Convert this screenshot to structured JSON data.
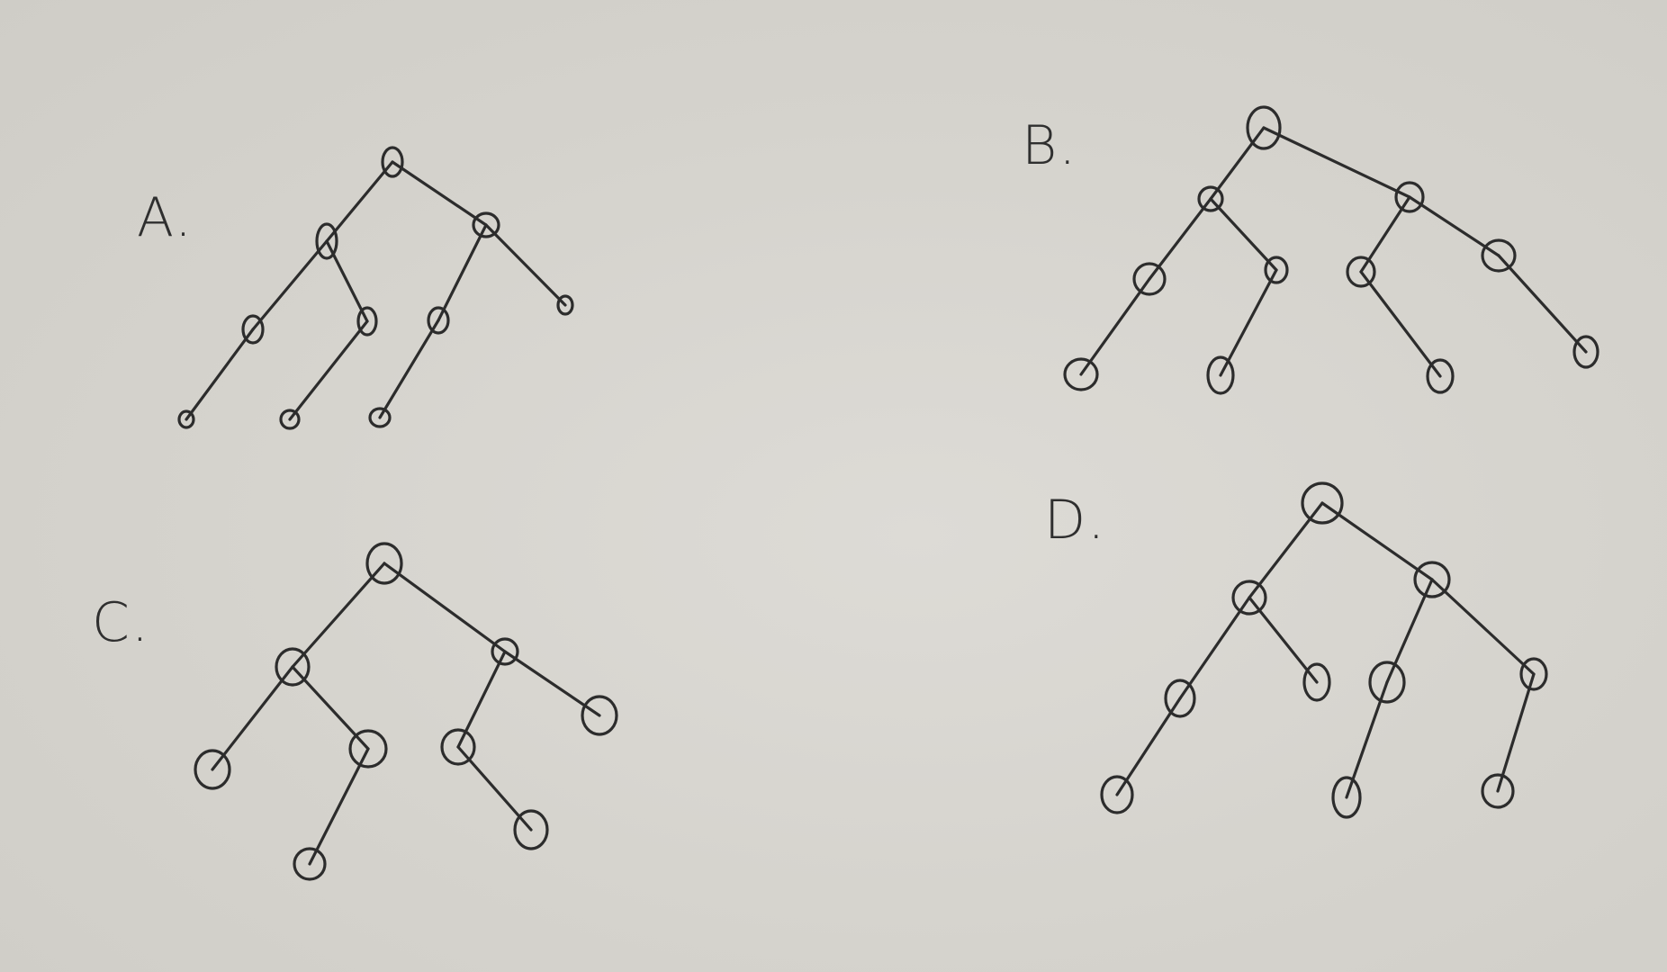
{
  "trees": [
    {
      "label": "A.",
      "edges": [
        [
          0,
          1
        ],
        [
          0,
          2
        ],
        [
          1,
          3
        ],
        [
          1,
          4
        ],
        [
          2,
          5
        ],
        [
          2,
          6
        ],
        [
          3,
          7
        ],
        [
          4,
          8
        ],
        [
          5,
          9
        ]
      ]
    },
    {
      "label": "B.",
      "edges": [
        [
          0,
          1
        ],
        [
          0,
          2
        ],
        [
          1,
          3
        ],
        [
          1,
          4
        ],
        [
          2,
          5
        ],
        [
          2,
          6
        ],
        [
          3,
          7
        ],
        [
          4,
          8
        ],
        [
          5,
          9
        ],
        [
          6,
          10
        ]
      ]
    },
    {
      "label": "C.",
      "edges": [
        [
          0,
          1
        ],
        [
          0,
          2
        ],
        [
          1,
          3
        ],
        [
          1,
          4
        ],
        [
          2,
          5
        ],
        [
          2,
          6
        ],
        [
          4,
          7
        ],
        [
          5,
          8
        ]
      ]
    },
    {
      "label": "D.",
      "edges": [
        [
          0,
          1
        ],
        [
          0,
          2
        ],
        [
          1,
          3
        ],
        [
          1,
          4
        ],
        [
          2,
          5
        ],
        [
          2,
          6
        ],
        [
          3,
          7
        ],
        [
          5,
          8
        ],
        [
          6,
          9
        ]
      ]
    }
  ],
  "colors": {
    "paper": "#d6d4cf",
    "ink": "#2c2c2c"
  }
}
